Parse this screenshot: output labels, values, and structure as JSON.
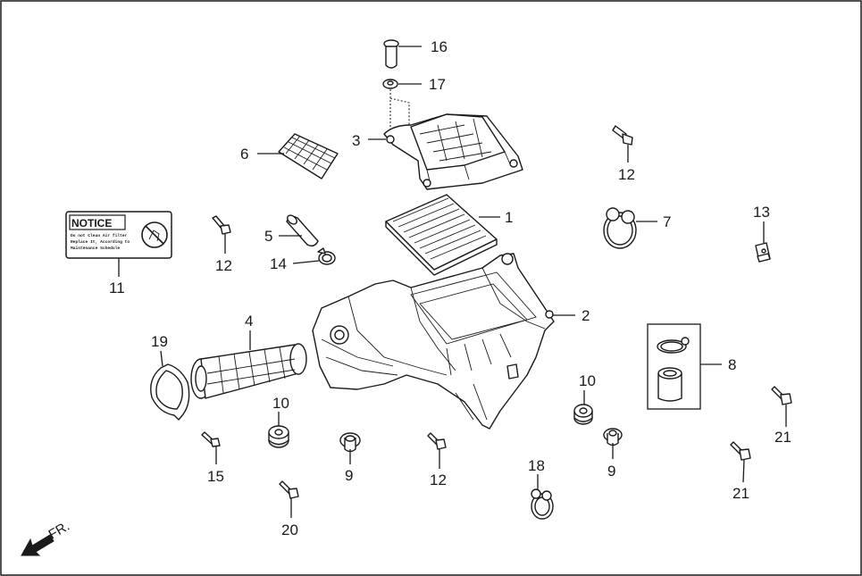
{
  "callouts": {
    "c1": "1",
    "c2": "2",
    "c3": "3",
    "c4": "4",
    "c5": "5",
    "c6": "6",
    "c7": "7",
    "c8": "8",
    "c9a": "9",
    "c9b": "9",
    "c10a": "10",
    "c10b": "10",
    "c11": "11",
    "c12a": "12",
    "c12b": "12",
    "c12c": "12",
    "c13": "13",
    "c14": "14",
    "c15": "15",
    "c16": "16",
    "c17": "17",
    "c18": "18",
    "c19": "19",
    "c20": "20",
    "c21a": "21",
    "c21b": "21"
  },
  "notice_label": {
    "title": "NOTICE",
    "line1": "Do not Clean Air filter",
    "line2": "Replace It, According to",
    "line3": "Maintenance Schedule"
  },
  "direction_label": "FR."
}
